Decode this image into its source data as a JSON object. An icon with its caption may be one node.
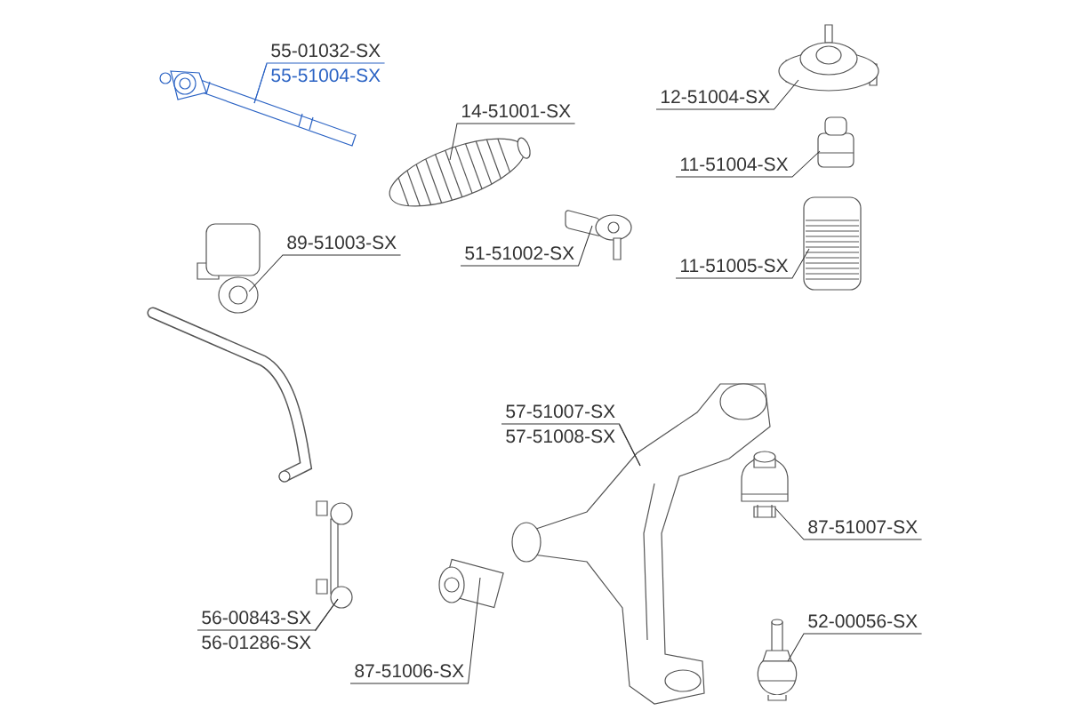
{
  "diagram": {
    "nodes": [
      {
        "text": [
          "55-01032-SX"
        ]
      },
      {
        "text": [
          "55-51004-SX"
        ]
      },
      {
        "text": [],
        "shape": "picture"
      },
      {
        "text": [
          "14-51001-SX"
        ]
      },
      {
        "text": [],
        "shape": "picture"
      },
      {
        "text": [
          "12-51004-SX"
        ]
      },
      {
        "text": [],
        "shape": "picture"
      },
      {
        "text": [
          "11-51004-SX"
        ]
      },
      {
        "text": [],
        "shape": "picture"
      },
      {
        "text": [
          "11-51005-SX"
        ]
      },
      {
        "text": [],
        "shape": "picture"
      },
      {
        "text": [
          "89-51003-SX"
        ]
      },
      {
        "text": [],
        "shape": "picture"
      },
      {
        "text": [
          "51-51002-SX"
        ]
      },
      {
        "text": [],
        "shape": "picture"
      },
      {
        "text": [
          "57-51007-SX"
        ]
      },
      {
        "text": [
          "57-51008-SX"
        ]
      },
      {
        "text": [],
        "shape": "picture"
      },
      {
        "text": [
          "87-51007-SX"
        ]
      },
      {
        "text": [],
        "shape": "picture"
      },
      {
        "text": [
          "56-00843-SX"
        ]
      },
      {
        "text": [
          "56-01286-SX"
        ]
      },
      {
        "text": [],
        "shape": "picture"
      },
      {
        "text": [
          "87-51006-SX"
        ]
      },
      {
        "text": [],
        "shape": "picture"
      },
      {
        "text": [
          "52-00056-SX"
        ]
      },
      {
        "text": [],
        "shape": "picture"
      }
    ],
    "edges": [
      {
        "from": 0,
        "to": 2,
        "arrow": "none",
        "color": "#2b63c4"
      },
      {
        "from": 1,
        "to": 2,
        "arrow": "none",
        "color": "#2b63c4"
      },
      {
        "from": 3,
        "to": 4,
        "arrow": "none"
      },
      {
        "from": 5,
        "to": 6,
        "arrow": "none"
      },
      {
        "from": 7,
        "to": 8,
        "arrow": "none"
      },
      {
        "from": 9,
        "to": 10,
        "arrow": "none"
      },
      {
        "from": 11,
        "to": 12,
        "arrow": "none"
      },
      {
        "from": 13,
        "to": 14,
        "arrow": "none"
      },
      {
        "from": 15,
        "to": 17,
        "arrow": "none"
      },
      {
        "from": 16,
        "to": 17,
        "arrow": "none"
      },
      {
        "from": 18,
        "to": 19,
        "arrow": "none"
      },
      {
        "from": 20,
        "to": 22,
        "arrow": "none"
      },
      {
        "from": 21,
        "to": 22,
        "arrow": "none"
      },
      {
        "from": 23,
        "to": 24,
        "arrow": "none"
      },
      {
        "from": 25,
        "to": 26,
        "arrow": "none"
      }
    ]
  }
}
